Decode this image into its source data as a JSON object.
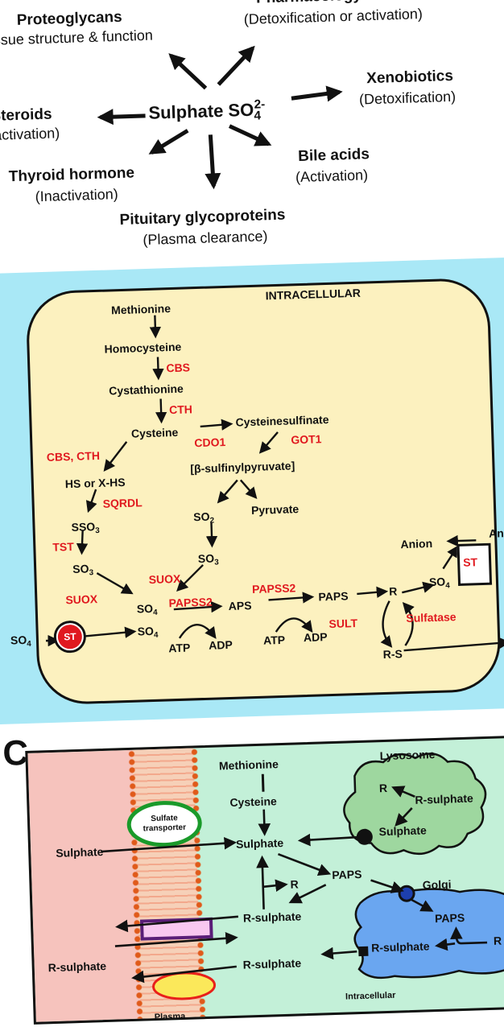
{
  "panel_a": {
    "center": "Sulphate",
    "center_formula": "SO",
    "center_sub": "4",
    "center_sup": "2-",
    "nodes": [
      {
        "name": "Proteoglycans",
        "role": "Tissue structure & function"
      },
      {
        "name": "Pharmacology",
        "role": "(Detoxification or activation)"
      },
      {
        "name": "Xenobiotics",
        "role": "(Detoxification)"
      },
      {
        "name": "Bile acids",
        "role": "(Activation)"
      },
      {
        "name": "Pituitary glycoproteins",
        "role": "(Plasma clearance)"
      },
      {
        "name": "Thyroid hormone",
        "role": "(Inactivation)"
      },
      {
        "name": "Steroids",
        "role": "(Inactivation)"
      }
    ]
  },
  "panel_b": {
    "title": "INTRACELLULAR",
    "metabolites": {
      "methionine": "Methionine",
      "homocysteine": "Homocysteine",
      "cystathionine": "Cystathionine",
      "cysteine": "Cysteine",
      "cysteinesulfinate": "Cysteinesulfinate",
      "sulfinylpyruvate": "[β-sulfinylpyruvate]",
      "hs": "HS or X-HS",
      "sso3": "SSO",
      "so2": "SO",
      "pyruvate": "Pyruvate",
      "so3_left": "SO",
      "so3_mid": "SO",
      "so4_a": "SO",
      "so4_b": "SO",
      "so4_out": "SO",
      "so4_right": "SO",
      "aps": "APS",
      "paps": "PAPS",
      "r": "R",
      "rs": "R-S",
      "atp1": "ATP",
      "adp1": "ADP",
      "atp2": "ATP",
      "adp2": "ADP",
      "anion": "Anion",
      "anion2": "An"
    },
    "enzymes": {
      "cbs": "CBS",
      "cth": "CTH",
      "cbs_cth": "CBS, CTH",
      "cdo1": "CDO1",
      "got1": "GOT1",
      "sqrdl": "SQRDL",
      "tst": "TST",
      "suox_left": "SUOX",
      "suox_mid": "SUOX",
      "papss2_a": "PAPSS2",
      "papss2_b": "PAPSS2",
      "sult": "SULT",
      "sulfatase": "Sulfatase",
      "st_left": "ST",
      "st_right": "ST"
    }
  },
  "panel_c": {
    "letter": "C",
    "methionine": "Methionine",
    "cysteine": "Cysteine",
    "transporter": "Sulfate transporter",
    "sulphate_out": "Sulphate",
    "sulphate_in": "Sulphate",
    "r": "R",
    "paps": "PAPS",
    "r_sulphate_mid": "R-sulphate",
    "r_sulphate_out": "R-sulphate",
    "r_sulphate_low": "R-sulphate",
    "lysosome": "Lysosome",
    "lys_r": "R",
    "lys_rsulphate": "R-sulphate",
    "lys_sulphate": "Sulphate",
    "golgi": "Golgi",
    "golgi_paps": "PAPS",
    "golgi_rsulphate": "R-sulphate",
    "golgi_r": "R",
    "intracellular": "Intracellular",
    "plasma": "Plasma"
  },
  "colors": {
    "enzyme_red": "#e0191f",
    "cell_fill": "#fcf1bf",
    "blue_bg": "#a9e8f6",
    "pink_bg": "#f6c3bd",
    "green_bg": "#c3f0d8",
    "lysosome": "#9ed79f",
    "golgi": "#6aa6f0"
  }
}
